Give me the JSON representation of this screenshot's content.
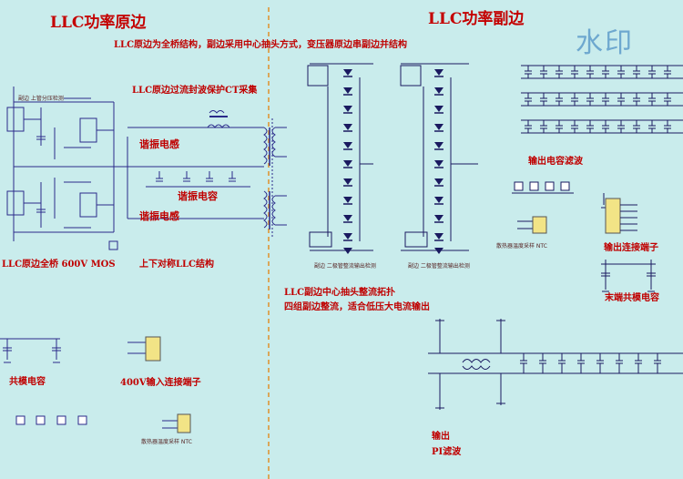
{
  "primary": {
    "title": "LLC功率原边",
    "overcurrent_label": "LLC原边过流封波保护CT采集",
    "resonant_inductor_top": "谐振电感",
    "resonant_capacitor": "谐振电容",
    "resonant_inductor_bottom": "谐振电感",
    "full_bridge_label": "LLC原边全桥 600V MOS",
    "symmetric_label": "上下对称LLC结构",
    "common_mode_cap": "共模电容",
    "input_terminal": "400V输入连接端子"
  },
  "secondary": {
    "title": "LLC功率副边",
    "structure_desc": "LLC原边为全桥结构，副边采用中心抽头方式，变压器原边串副边并结构",
    "output_cap_filter": "输出电容滤波",
    "output_terminal": "输出连接端子",
    "end_common_mode_cap": "末端共模电容",
    "topology_line1": "LLC副边中心抽头整流拓扑",
    "topology_line2": "四组副边整流，适合低压大电流输出",
    "bottom_label_1": "输出",
    "bottom_label_2": "PI滤波"
  },
  "watermark": "水印",
  "tiny_labels": {
    "top_left": "副边 上管分压检测",
    "rect_1": "副边 二极管整流输出检测",
    "rect_2": "副边 二极管整流输出检测",
    "ntc_1": "散热器温度采样 NTC",
    "ntc_2": "散热器温度采样 NTC"
  },
  "colors": {
    "background": "#c9ecec",
    "label_red": "#c00000",
    "divider": "#e0902a",
    "wire": "#2a2a8a",
    "component_dark": "#1a1a60",
    "watermark": "#6ea8cf"
  }
}
